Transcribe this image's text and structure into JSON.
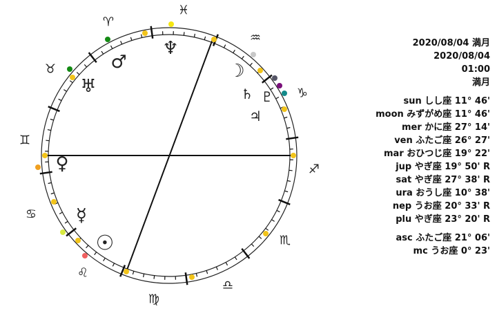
{
  "header": {
    "title": "2020/08/04 満月",
    "date": "2020/08/04",
    "time": "01:00",
    "phase": "満月"
  },
  "planets": [
    {
      "text": "sun しし座 11°  46'"
    },
    {
      "text": "moon みずがめ座 11°  46'"
    },
    {
      "text": "mer かに座 27°  14'"
    },
    {
      "text": "ven ふたご座 26°  27'"
    },
    {
      "text": "mar おひつじ座 19°  22'"
    },
    {
      "text": "jup やぎ座 19°  50' R"
    },
    {
      "text": "sat やぎ座 27°  38' R"
    },
    {
      "text": "ura おうし座 10°  38'"
    },
    {
      "text": "nep うお座 20°  33' R"
    },
    {
      "text": "plu やぎ座 23°  20' R"
    }
  ],
  "angles": [
    {
      "text": "asc ふたご座 21°  06'"
    },
    {
      "text": "mc うお座  0°  23'"
    }
  ],
  "zodiac": [
    "♓",
    "♒",
    "♑",
    "♐",
    "♏",
    "♎",
    "♍",
    "♌",
    "♋",
    "♊",
    "♉",
    "♈"
  ],
  "planet_glyphs": {
    "neptune": "♆",
    "mars": "♂",
    "uranus": "♅",
    "moon": "☽",
    "saturn": "♄",
    "pluto": "♇",
    "jupiter": "♃",
    "venus": "♀",
    "mercury": "☿",
    "sun": "☉"
  }
}
